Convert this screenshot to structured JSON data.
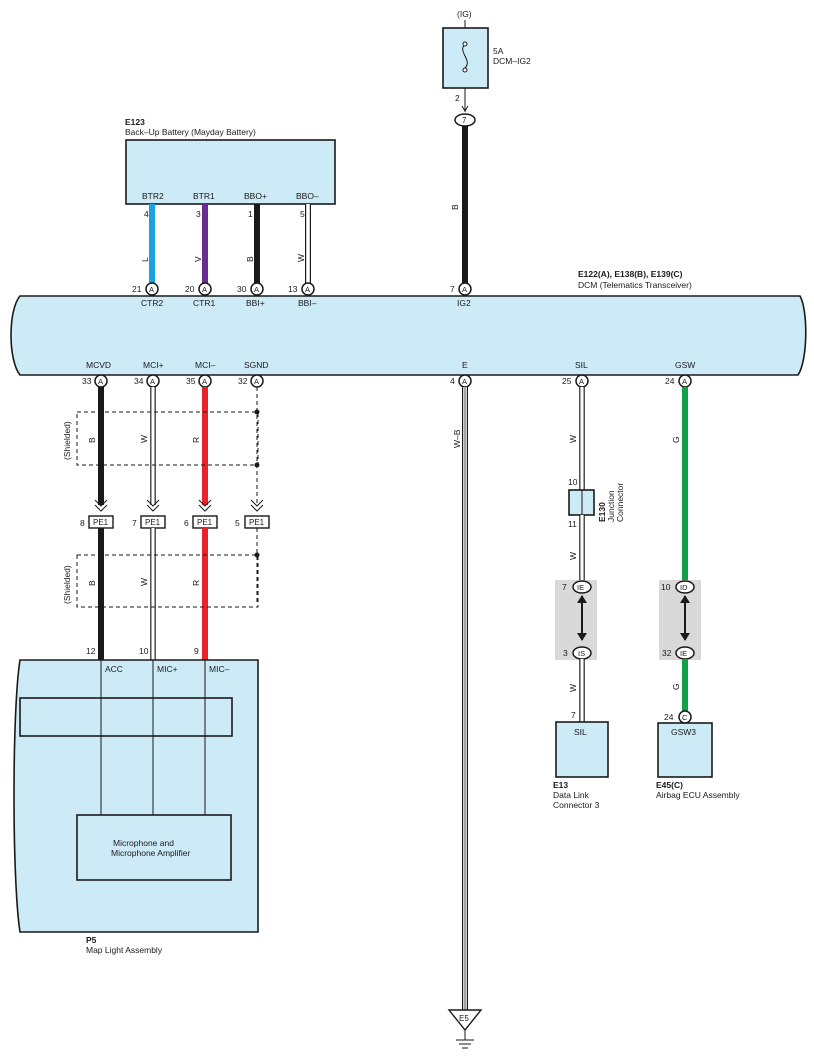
{
  "ig_source": {
    "label": "(IG)",
    "fuse_rating": "5A",
    "fuse_name": "DCM–IG2",
    "out_pin": "2",
    "conn_pin": "7"
  },
  "battery": {
    "code": "E123",
    "name": "Back–Up Battery (Mayday Battery)",
    "terminals": [
      {
        "name": "BTR2",
        "pin": "4",
        "wire": "L"
      },
      {
        "name": "BTR1",
        "pin": "3",
        "wire": "V"
      },
      {
        "name": "BBO+",
        "pin": "1",
        "wire": "B"
      },
      {
        "name": "BBO–",
        "pin": "5",
        "wire": "W"
      }
    ]
  },
  "ig2_wire": "B",
  "dcm": {
    "code": "E122(A), E138(B), E139(C)",
    "name": "DCM (Telematics Transceiver)",
    "top_terms": [
      {
        "pin": "21",
        "conn": "A",
        "name": "CTR2"
      },
      {
        "pin": "20",
        "conn": "A",
        "name": "CTR1"
      },
      {
        "pin": "30",
        "conn": "A",
        "name": "BBI+"
      },
      {
        "pin": "13",
        "conn": "A",
        "name": "BBI–"
      },
      {
        "pin": "7",
        "conn": "A",
        "name": "IG2"
      }
    ],
    "bottom_terms": [
      {
        "pin": "33",
        "conn": "A",
        "name": "MCVD"
      },
      {
        "pin": "34",
        "conn": "A",
        "name": "MCI+"
      },
      {
        "pin": "35",
        "conn": "A",
        "name": "MCI–"
      },
      {
        "pin": "32",
        "conn": "A",
        "name": "SGND"
      },
      {
        "pin": "4",
        "conn": "A",
        "name": "E"
      },
      {
        "pin": "25",
        "conn": "A",
        "name": "SIL"
      },
      {
        "pin": "24",
        "conn": "A",
        "name": "GSW"
      }
    ]
  },
  "shield_label": "(Shielded)",
  "mic_wires": [
    "B",
    "W",
    "R"
  ],
  "pe1": [
    {
      "pin": "8",
      "name": "PE1"
    },
    {
      "pin": "7",
      "name": "PE1"
    },
    {
      "pin": "6",
      "name": "PE1"
    },
    {
      "pin": "5",
      "name": "PE1"
    }
  ],
  "ground_wire": "W–B",
  "ground_point": "E5",
  "sil_path": {
    "wire1": "W",
    "jc_in": "10",
    "jc_out": "11",
    "jc_code": "E130",
    "jc_name1": "Junction",
    "jc_name2": "Connector",
    "wire2": "W",
    "ic_in_pin": "7",
    "ic_in": "IE",
    "ic_out_pin": "3",
    "ic_out": "IS",
    "wire3": "W",
    "end_pin": "7"
  },
  "gsw_path": {
    "wire1": "G",
    "ic_in_pin": "10",
    "ic_in": "ID",
    "ic_out_pin": "32",
    "ic_out": "IE",
    "wire2": "G",
    "end_pin": "24",
    "end_conn": "C"
  },
  "dlc": {
    "code": "E13",
    "name1": "Data Link",
    "name2": "Connector 3",
    "term": "SIL"
  },
  "airbag": {
    "code": "E45(C)",
    "name": "Airbag ECU Assembly",
    "term": "GSW3"
  },
  "map_light": {
    "code": "P5",
    "name": "Map Light Assembly",
    "pins": [
      {
        "pin": "12",
        "name": "ACC"
      },
      {
        "pin": "10",
        "name": "MIC+"
      },
      {
        "pin": "9",
        "name": "MIC–"
      }
    ],
    "mic_line1": "Microphone and",
    "mic_line2": "Microphone Amplifier"
  },
  "colors": {
    "L": "#1aa3e0",
    "V": "#6a2d8f",
    "B": "#1a1a1a",
    "W": "#ffffff",
    "R": "#e8232a",
    "G": "#14a04a",
    "panel": "#cdeaf7",
    "ic_box": "#d9d9d9"
  }
}
